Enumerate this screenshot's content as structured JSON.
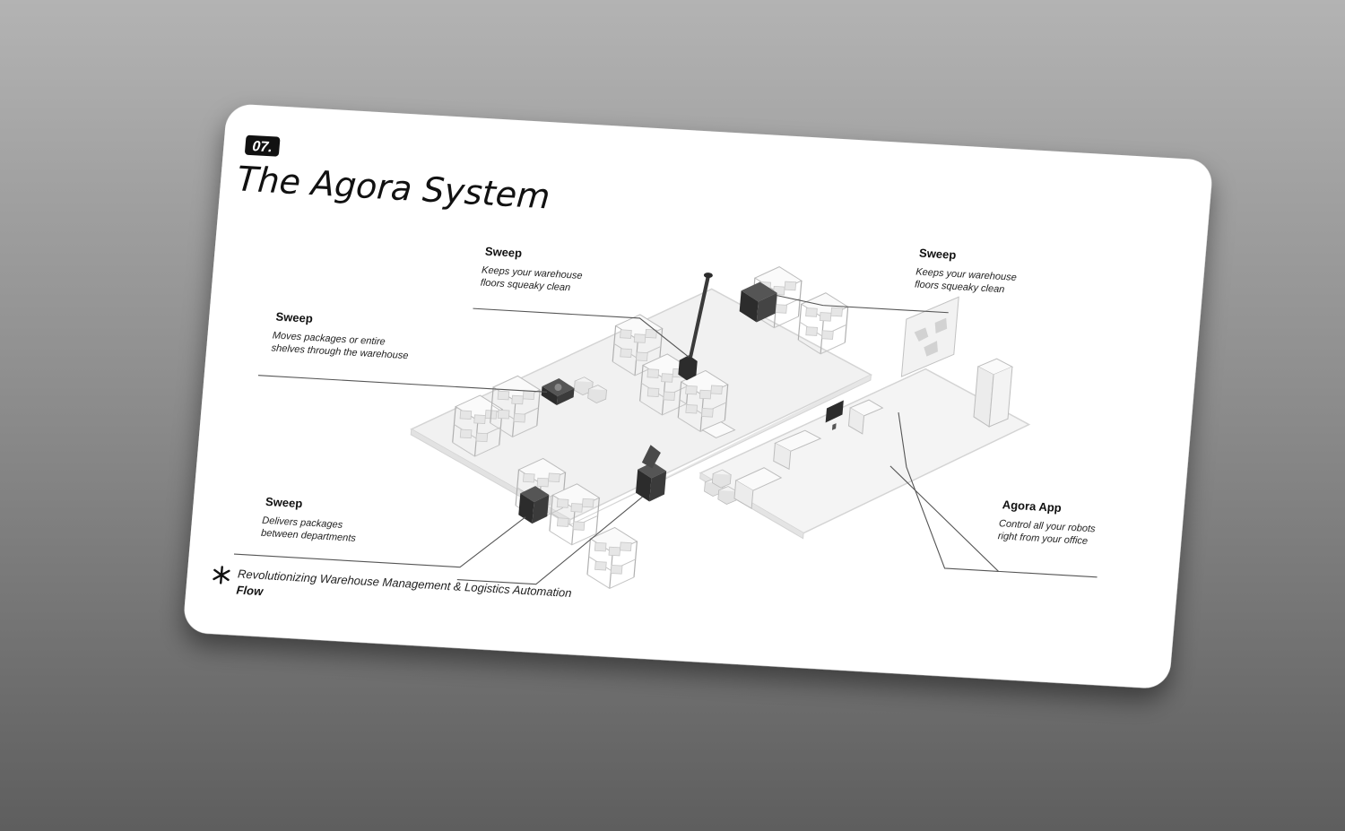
{
  "slide": {
    "number": "07.",
    "title": "The Agora System",
    "footer": {
      "logo_icon": "asterisk-logo-icon",
      "tagline": "Revolutionizing Warehouse Management & Logistics Automation",
      "brand": "Flow"
    }
  },
  "callouts": [
    {
      "title": "Sweep",
      "line1": "Keeps your warehouse",
      "line2": "floors squeaky clean"
    },
    {
      "title": "Sweep",
      "line1": "Keeps your warehouse",
      "line2": "floors squeaky clean"
    },
    {
      "title": "Sweep",
      "line1": "Moves packages or entire",
      "line2": "shelves through the warehouse"
    },
    {
      "title": "Sweep",
      "line1": "Delivers packages",
      "line2": "between departments"
    },
    {
      "title": "Agora App",
      "line1": "Control all your robots",
      "line2": "right from your office"
    }
  ],
  "colors": {
    "card": "#ffffff",
    "text": "#111111",
    "floor": "#f1f1f1",
    "floor_edge": "#d4d4d4",
    "robot": "#2c2c2c",
    "leader_line": "#555555"
  }
}
